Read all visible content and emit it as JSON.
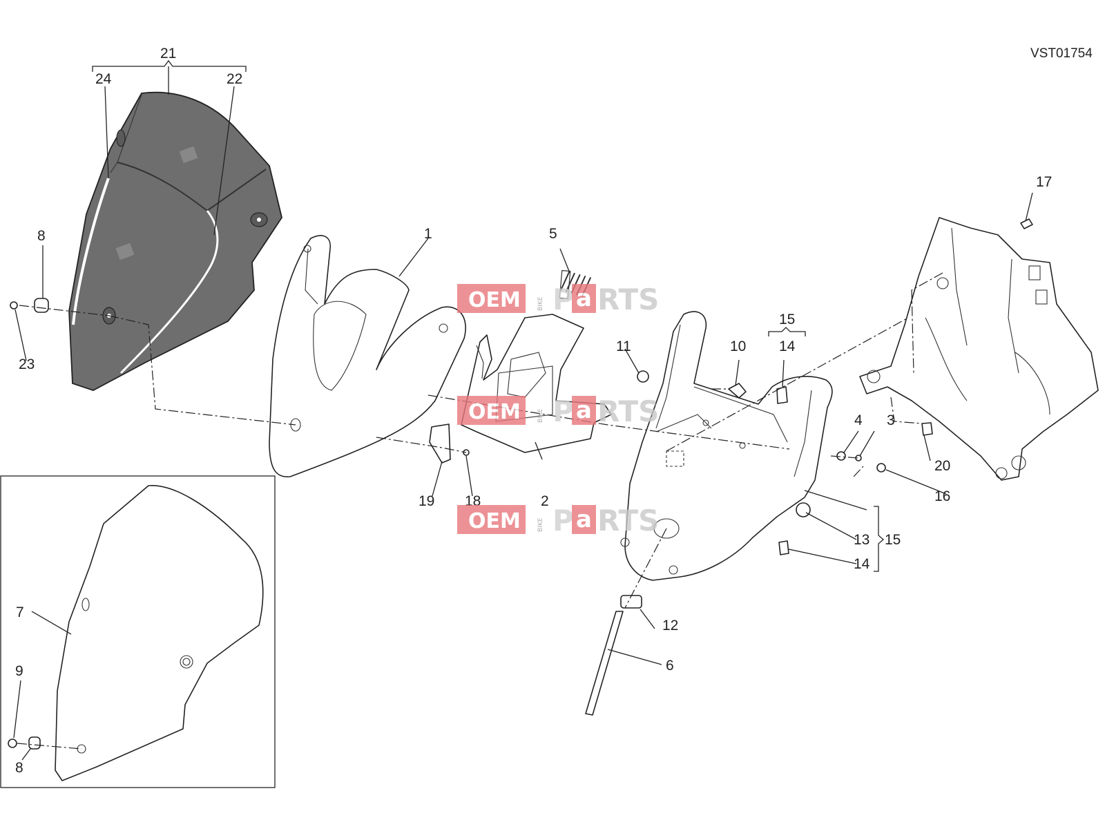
{
  "diagram_code": "VST01754",
  "callouts": {
    "c1": "1",
    "c2": "2",
    "c3": "3",
    "c4": "4",
    "c5": "5",
    "c6": "6",
    "c7": "7",
    "c8a": "8",
    "c8b": "8",
    "c9": "9",
    "c10": "10",
    "c11": "11",
    "c12": "12",
    "c13": "13",
    "c14a": "14",
    "c14b": "14",
    "c15a": "15",
    "c15b": "15",
    "c16": "16",
    "c17": "17",
    "c18": "18",
    "c19": "19",
    "c20": "20",
    "c21": "21",
    "c22": "22",
    "c23": "23",
    "c24": "24"
  },
  "watermark": {
    "oem": "OEM",
    "bike": "BIKE",
    "p": "P",
    "a": "a",
    "rts": "RTS"
  },
  "colors": {
    "watermark_red": "#e8787c",
    "windscreen_smoke": "#6e6e6e",
    "line": "#222222"
  }
}
